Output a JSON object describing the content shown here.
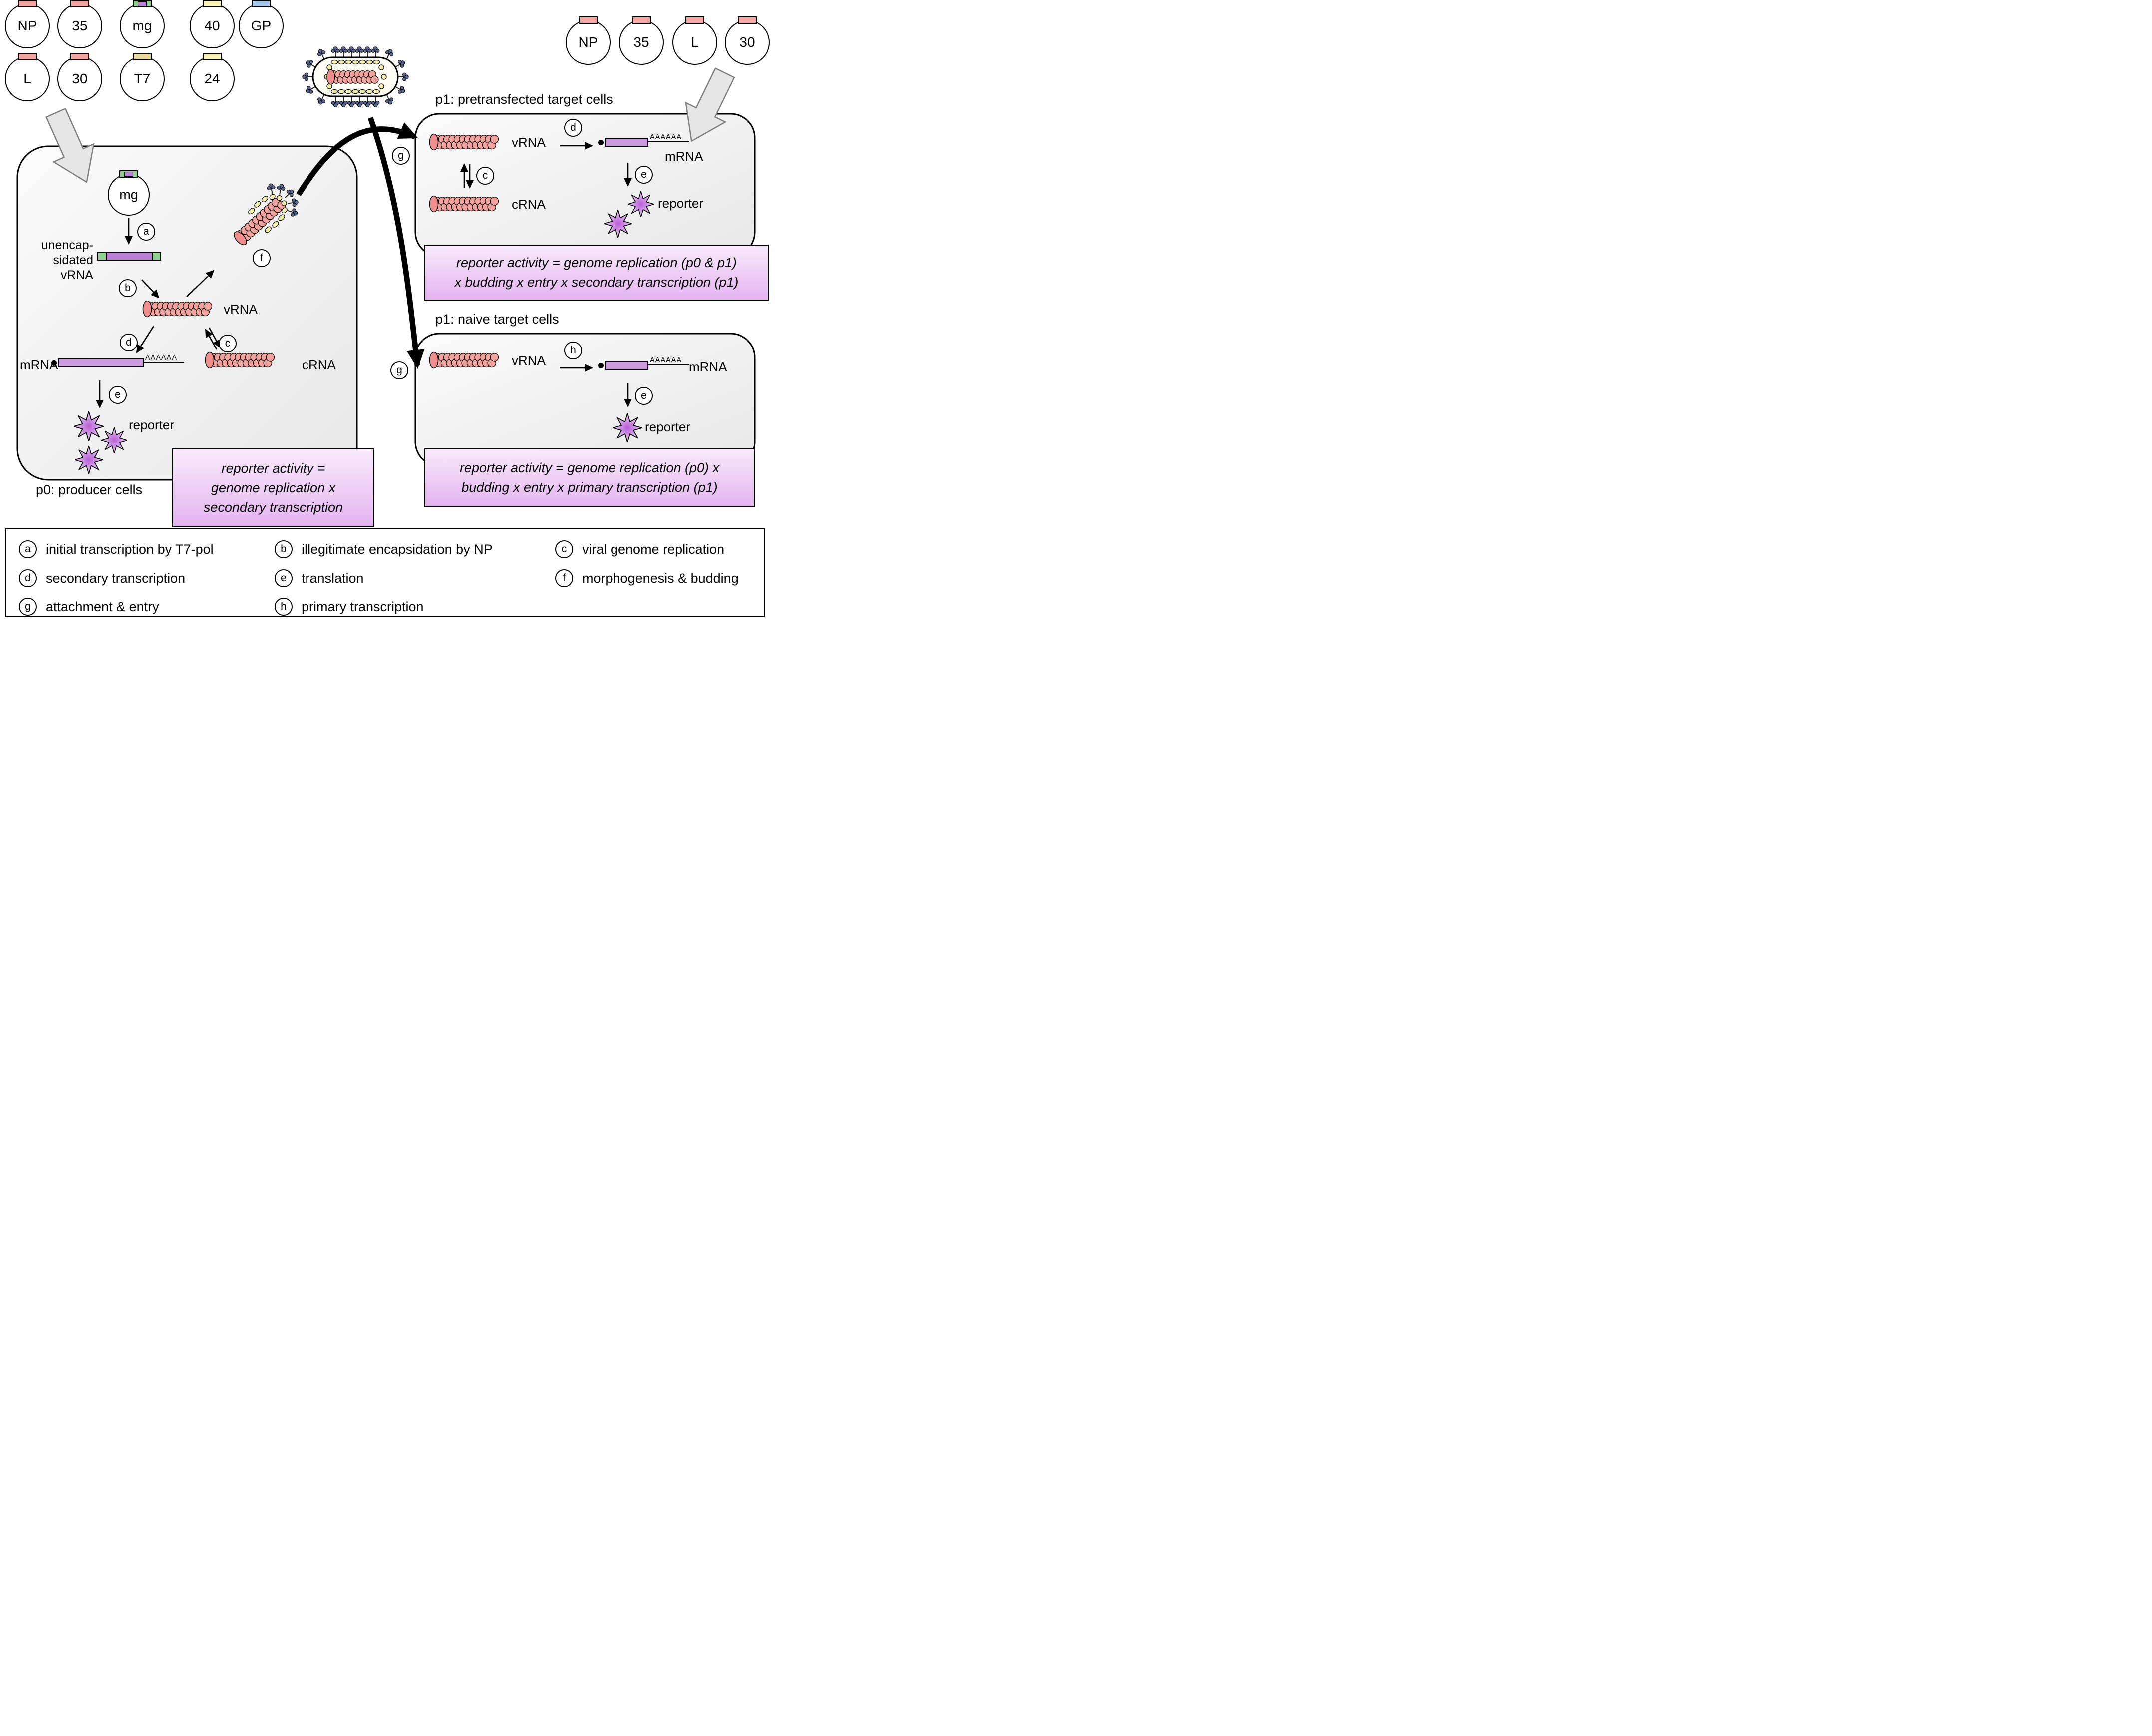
{
  "plasmids": {
    "left_row1": [
      {
        "label": "NP",
        "type": "pink"
      },
      {
        "label": "35",
        "type": "pink"
      },
      {
        "label": "mg",
        "type": "mg"
      },
      {
        "label": "40",
        "type": "yellow"
      },
      {
        "label": "GP",
        "type": "blue"
      }
    ],
    "left_row2": [
      {
        "label": "L",
        "type": "pink"
      },
      {
        "label": "30",
        "type": "pink"
      },
      {
        "label": "T7",
        "type": "tan"
      },
      {
        "label": "24",
        "type": "yellow"
      }
    ],
    "right": [
      {
        "label": "NP",
        "type": "pink"
      },
      {
        "label": "35",
        "type": "pink"
      },
      {
        "label": "L",
        "type": "pink"
      },
      {
        "label": "30",
        "type": "pink"
      }
    ]
  },
  "p0": {
    "cell_label": "p0: producer cells",
    "mg_label": "mg",
    "unencapsidated_lines": [
      "unencap-",
      "sidated",
      "vRNA"
    ],
    "vrna_label": "vRNA",
    "mrna_label": "mRNA",
    "crna_label": "cRNA",
    "polya": "AAAAAA",
    "reporter_label": "reporter",
    "box_lines": [
      "reporter activity =",
      "genome replication x",
      "secondary transcription"
    ]
  },
  "p1_pretransfected": {
    "title": "p1: pretransfected target cells",
    "vrna_label": "vRNA",
    "mrna_label": "mRNA",
    "crna_label": "cRNA",
    "polya": "AAAAAA",
    "reporter_label": "reporter",
    "box_lines": [
      "reporter activity = genome replication (p0 & p1)",
      "x budding x entry x secondary transcription (p1)"
    ]
  },
  "p1_naive": {
    "title": "p1: naive target cells",
    "vrna_label": "vRNA",
    "mrna_label": "mRNA",
    "polya": "AAAAAA",
    "reporter_label": "reporter",
    "box_lines": [
      "reporter activity = genome replication (p0) x",
      "budding x entry x primary transcription (p1)"
    ]
  },
  "steps": {
    "a": "a",
    "b": "b",
    "c": "c",
    "d": "d",
    "e": "e",
    "f": "f",
    "g": "g",
    "h": "h"
  },
  "legend": {
    "items": [
      {
        "letter": "a",
        "text": "initial transcription by T7-pol"
      },
      {
        "letter": "b",
        "text": "illegitimate encapsidation by NP"
      },
      {
        "letter": "c",
        "text": "viral genome replication"
      },
      {
        "letter": "d",
        "text": "secondary transcription"
      },
      {
        "letter": "e",
        "text": "translation"
      },
      {
        "letter": "f",
        "text": "morphogenesis & budding"
      },
      {
        "letter": "g",
        "text": "attachment & entry"
      },
      {
        "letter": "h",
        "text": "primary transcription"
      }
    ]
  },
  "colors": {
    "plasmid_insert_pink": "#f4a7a2",
    "plasmid_insert_yellow": "#f8f4b8",
    "plasmid_insert_blue": "#a9c9ec",
    "plasmid_insert_tan": "#e9d9a0",
    "insert_green": "#8fd08f",
    "insert_purple": "#b87fd4",
    "nucleocapsid_pink": "#f2a39d",
    "matrix_yellow": "#f3ecab",
    "spike_blue": "#5a6890",
    "reporter_purple": "#b95fd6",
    "result_box_purple": "#e4b4f0",
    "cell_gray": "#ededed"
  }
}
